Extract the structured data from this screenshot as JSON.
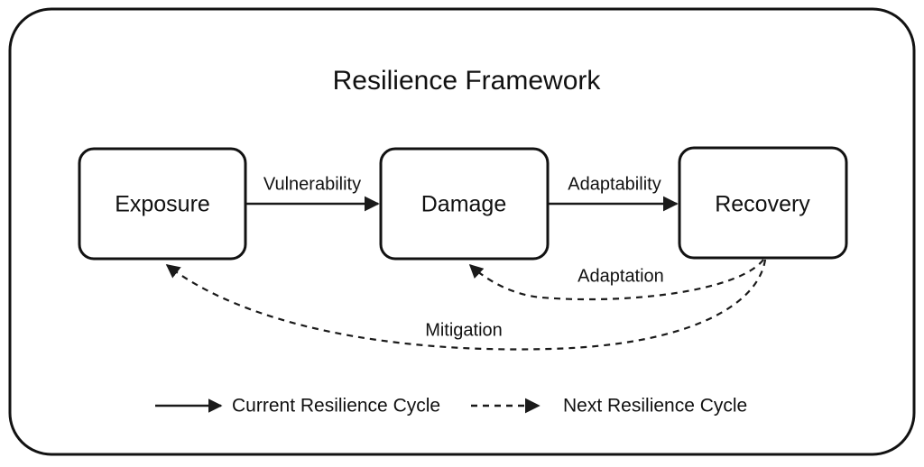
{
  "diagram": {
    "title": "Resilience Framework",
    "nodes": [
      {
        "id": "exposure",
        "label": "Exposure"
      },
      {
        "id": "damage",
        "label": "Damage"
      },
      {
        "id": "recovery",
        "label": "Recovery"
      }
    ],
    "solid_edges": [
      {
        "id": "exposure-to-damage",
        "label": "Vulnerability",
        "from": "exposure",
        "to": "damage"
      },
      {
        "id": "damage-to-recovery",
        "label": "Adaptability",
        "from": "damage",
        "to": "recovery"
      }
    ],
    "dashed_edges": [
      {
        "id": "recovery-to-damage",
        "label": "Adaptation",
        "from": "recovery",
        "to": "damage"
      },
      {
        "id": "recovery-to-exposure",
        "label": "Mitigation",
        "from": "recovery",
        "to": "exposure"
      }
    ],
    "legend": [
      {
        "id": "current-cycle",
        "label": "Current Resilience Cycle",
        "style": "solid"
      },
      {
        "id": "next-cycle",
        "label": "Next Resilience Cycle",
        "style": "dashed"
      }
    ],
    "colors": {
      "stroke": "#121212",
      "text": "#111111",
      "background": "#ffffff"
    }
  }
}
